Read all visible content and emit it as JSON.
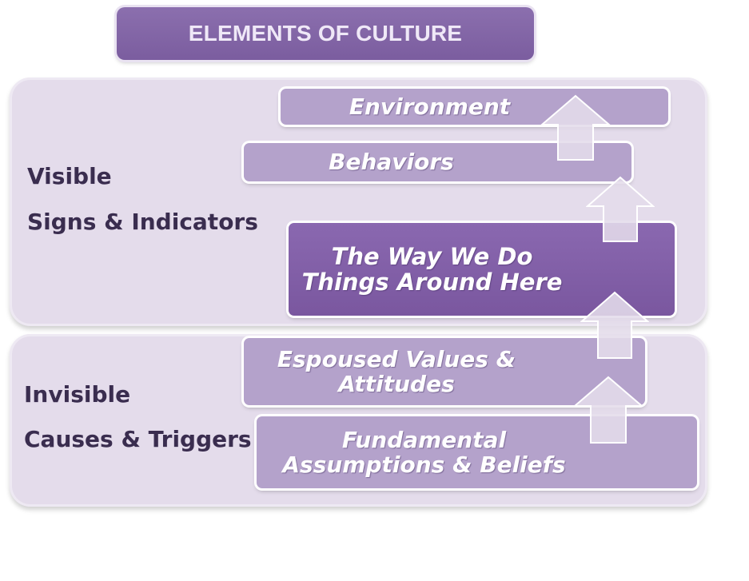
{
  "title": "ELEMENTS OF CULTURE",
  "visible": {
    "line1": "Visible",
    "line2": "Signs & Indicators"
  },
  "invisible": {
    "line1": "Invisible",
    "line2": "Causes & Triggers"
  },
  "layers": {
    "environment": "Environment",
    "behaviors": "Behaviors",
    "way_line1": "The Way We Do",
    "way_line2": "Things Around Here",
    "espoused_line1": "Espoused Values &",
    "espoused_line2": "Attitudes",
    "fundamental_line1": "Fundamental",
    "fundamental_line2": "Assumptions & Beliefs"
  },
  "colors": {
    "title_fill": "#7b5d9f",
    "panel_fill": "#e4dceb",
    "bar_light": "#b4a2cb",
    "bar_dark": "#7a579f",
    "arrow_fill": "#e4dceb",
    "label_text": "#3a2d4f"
  },
  "icons": [
    "up-arrow-icon"
  ]
}
